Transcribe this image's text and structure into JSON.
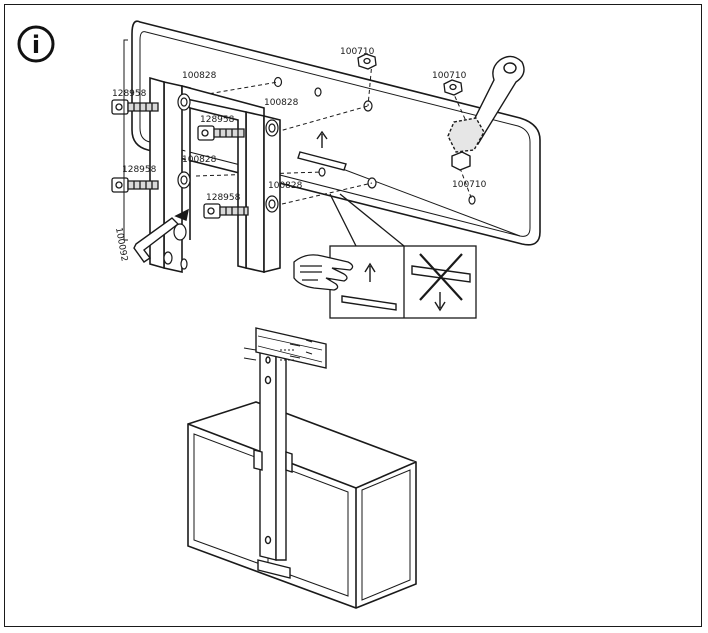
{
  "info_symbol": "i",
  "part_labels": {
    "bolt_a": "128958",
    "bolt_b": "128958",
    "bolt_c": "128958",
    "bolt_d": "128958",
    "washer_a": "100828",
    "washer_b": "100828",
    "washer_c": "100828",
    "washer_d": "100828",
    "nut_a": "100710",
    "nut_b": "100710",
    "nut_c": "100710",
    "allen_key": "100092"
  },
  "colors": {
    "line": "#1a1a1a",
    "shade": "#d9d9d9",
    "fill": "#ffffff"
  }
}
